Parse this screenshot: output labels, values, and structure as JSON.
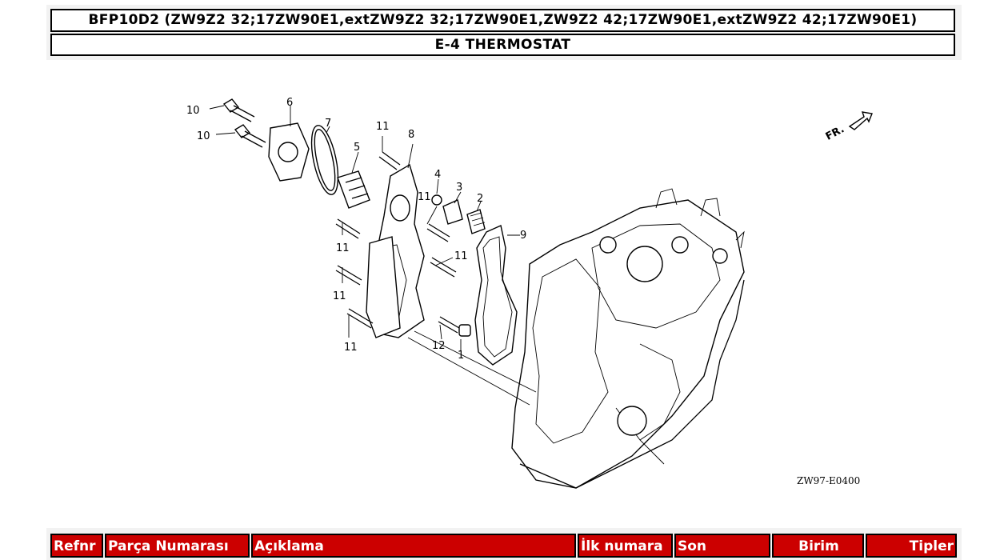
{
  "header": {
    "model_title": "BFP10D2 (ZW9Z2 32;17ZW90E1,extZW9Z2 32;17ZW90E1,ZW9Z2 42;17ZW90E1,extZW9Z2 42;17ZW90E1)",
    "section_title": "E-4 THERMOSTAT"
  },
  "diagram": {
    "drawing_code": "ZW97-E0400",
    "front_marker": "FR.",
    "callouts": [
      "10",
      "10",
      "6",
      "7",
      "5",
      "11",
      "8",
      "4",
      "11",
      "3",
      "2",
      "9",
      "11",
      "11",
      "11",
      "11",
      "12",
      "1"
    ]
  },
  "table": {
    "columns": [
      "Refnr",
      "Parça Numarası",
      "Açıklama",
      "İlk numara",
      "Son",
      "Birim",
      "Tipler"
    ]
  },
  "colors": {
    "header_red": "#cc0000",
    "border": "#000000"
  }
}
